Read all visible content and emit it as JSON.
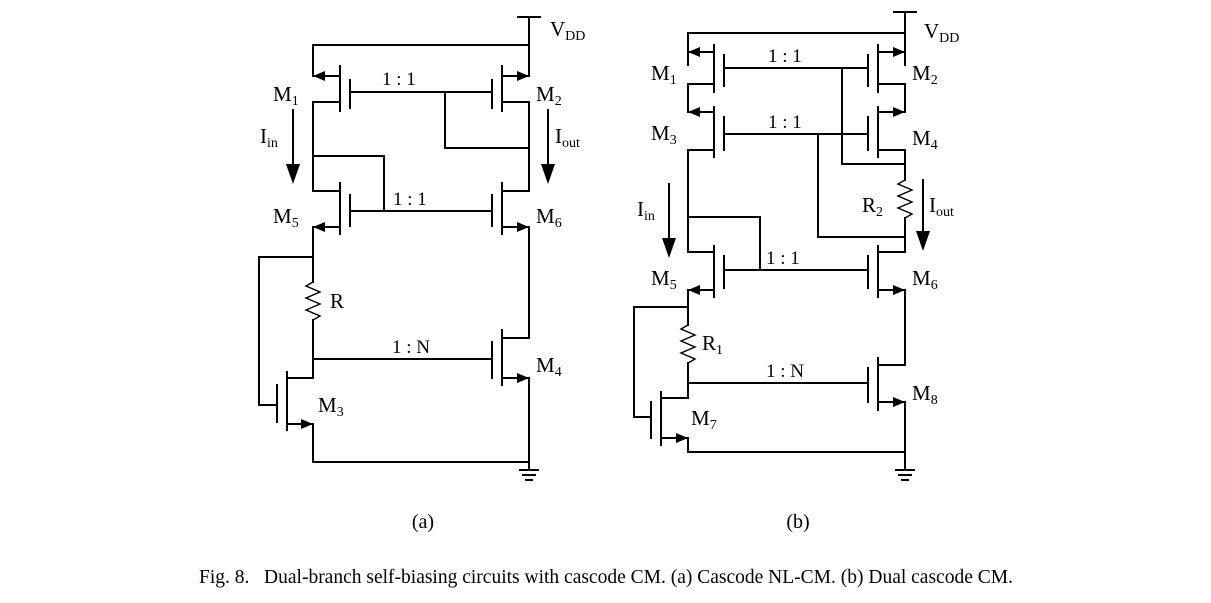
{
  "circuit_a": {
    "vdd": "V",
    "vdd_sub": "DD",
    "m1": "M",
    "m1_sub": "1",
    "m2": "M",
    "m2_sub": "2",
    "m3": "M",
    "m3_sub": "3",
    "m4": "M",
    "m4_sub": "4",
    "m5": "M",
    "m5_sub": "5",
    "m6": "M",
    "m6_sub": "6",
    "iin": "I",
    "iin_sub": "in",
    "iout": "I",
    "iout_sub": "out",
    "r": "R",
    "ratio_top": "1 : 1",
    "ratio_mid": "1 : 1",
    "ratio_bot": "1 : N",
    "panel": "(a)"
  },
  "circuit_b": {
    "vdd": "V",
    "vdd_sub": "DD",
    "m1": "M",
    "m1_sub": "1",
    "m2": "M",
    "m2_sub": "2",
    "m3": "M",
    "m3_sub": "3",
    "m4": "M",
    "m4_sub": "4",
    "m5": "M",
    "m5_sub": "5",
    "m6": "M",
    "m6_sub": "6",
    "m7": "M",
    "m7_sub": "7",
    "m8": "M",
    "m8_sub": "8",
    "iin": "I",
    "iin_sub": "in",
    "iout": "I",
    "iout_sub": "out",
    "r1": "R",
    "r1_sub": "1",
    "r2": "R",
    "r2_sub": "2",
    "ratio_1": "1 : 1",
    "ratio_2": "1 : 1",
    "ratio_3": "1 : 1",
    "ratio_4": "1 : N",
    "panel": "(b)"
  },
  "caption": "Fig. 8.   Dual-branch self-biasing circuits with cascode CM. (a) Cascode NL-CM. (b) Dual cascode CM."
}
